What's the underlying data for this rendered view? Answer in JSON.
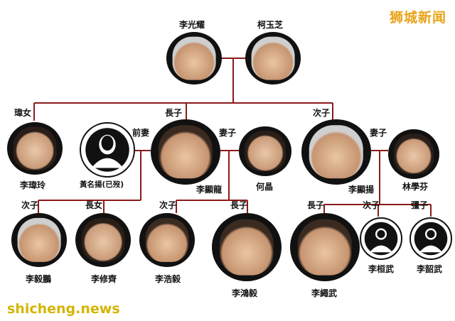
{
  "watermark_top": "狮城新闻",
  "watermark_bottom": "shicheng.news",
  "people": {
    "lee_kuan_yew": "李光耀",
    "kwa_geok_choo": "柯玉芝",
    "wei_ling": "李瑋玲",
    "huang_ming_yang": "黃名揚(已歿)",
    "lee_hsien_loong": "李顯龍",
    "ho_ching": "何晶",
    "lee_hsien_yang": "李顯揚",
    "lin_xuefen": "林學芬",
    "li_yipeng": "李毅鵬",
    "li_xiuqi": "李修齊",
    "li_haoyi": "李浩毅",
    "li_hongyi": "李鴻毅",
    "li_shengwu": "李繩武",
    "li_huanwu": "李桓武",
    "li_shaowu": "李韶武"
  },
  "relations": {
    "daughter": "瑋女",
    "eldest_son": "長子",
    "second_son": "次子",
    "ex_wife": "前妻",
    "wife_hl": "妻子",
    "wife_hy": "妻子",
    "second_son_hl1": "次子",
    "eldest_daughter": "長女",
    "second_son_hl2": "次子",
    "eldest_son_hl": "長子",
    "eldest_son_hy": "長子",
    "second_son_hy": "次子",
    "third_son_hy": "彊子"
  },
  "colors": {
    "line": "#8b1a1a",
    "node_bg": "#111111",
    "watermark_top": "#e8a317",
    "watermark_bottom": "#d4b400"
  }
}
